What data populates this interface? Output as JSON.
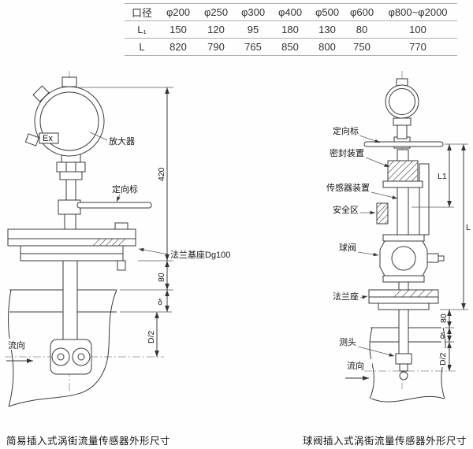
{
  "table": {
    "rows": [
      {
        "cells": [
          "口径",
          "φ200",
          "φ250",
          "φ300",
          "φ400",
          "φ500",
          "φ600",
          "φ800~φ2000"
        ]
      },
      {
        "cells": [
          "L₁",
          "150",
          "120",
          "95",
          "180",
          "130",
          "80",
          "100"
        ]
      },
      {
        "cells": [
          "L",
          "820",
          "790",
          "765",
          "850",
          "800",
          "750",
          "770"
        ]
      }
    ]
  },
  "left": {
    "ex_mark": "Ex",
    "labels": {
      "amplifier": "放大器",
      "orientation": "定向标",
      "flange_base": "法兰基座Dg100",
      "flow": "流向"
    },
    "dims": {
      "h420": "420",
      "h80": "80",
      "delta": "δ",
      "d2": "D/2"
    },
    "caption": "简易插入式涡街流量传感器外形尺寸"
  },
  "right": {
    "labels": {
      "orientation": "定向标",
      "seal": "密封装置",
      "sensor": "传感器装置",
      "safety": "安全区",
      "ball_valve": "球阀",
      "flange_seat": "法兰座",
      "probe": "测头",
      "flow": "流向"
    },
    "dims": {
      "l1": "L1",
      "l": "L",
      "h80": "80",
      "delta": "δ",
      "d2": "D/2"
    },
    "caption": "球阀插入式涡街流量传感器外形尺寸"
  }
}
